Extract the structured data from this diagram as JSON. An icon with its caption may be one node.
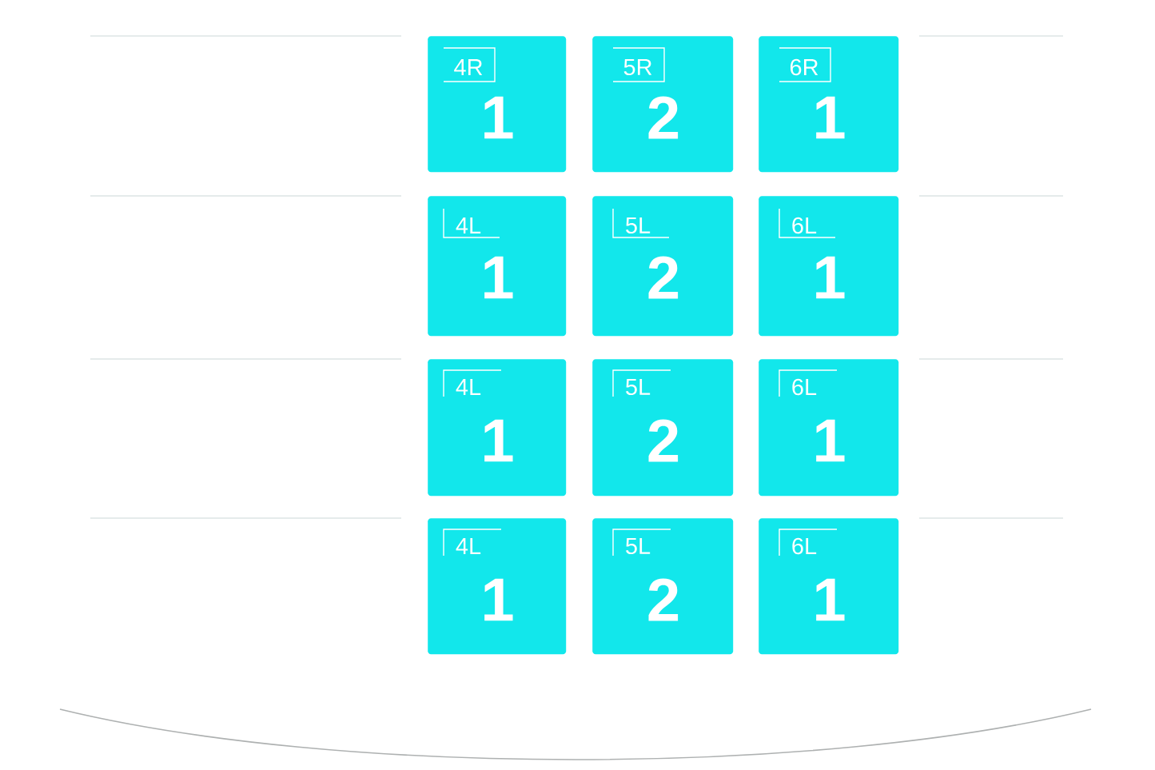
{
  "diagram": {
    "nodes": [
      {
        "text": [
          "4R",
          "1"
        ]
      },
      {
        "text": [
          "5R",
          "2"
        ]
      },
      {
        "text": [
          "6R",
          "1"
        ]
      },
      {
        "text": [
          "4L",
          "1"
        ]
      },
      {
        "text": [
          "5L",
          "2"
        ]
      },
      {
        "text": [
          "6L",
          "1"
        ]
      },
      {
        "text": [
          "4L",
          "1"
        ]
      },
      {
        "text": [
          "5L",
          "2"
        ]
      },
      {
        "text": [
          "6L",
          "1"
        ]
      },
      {
        "text": [
          "4L",
          "1"
        ]
      },
      {
        "text": [
          "5L",
          "2"
        ]
      },
      {
        "text": [
          "6L",
          "1"
        ]
      }
    ]
  }
}
